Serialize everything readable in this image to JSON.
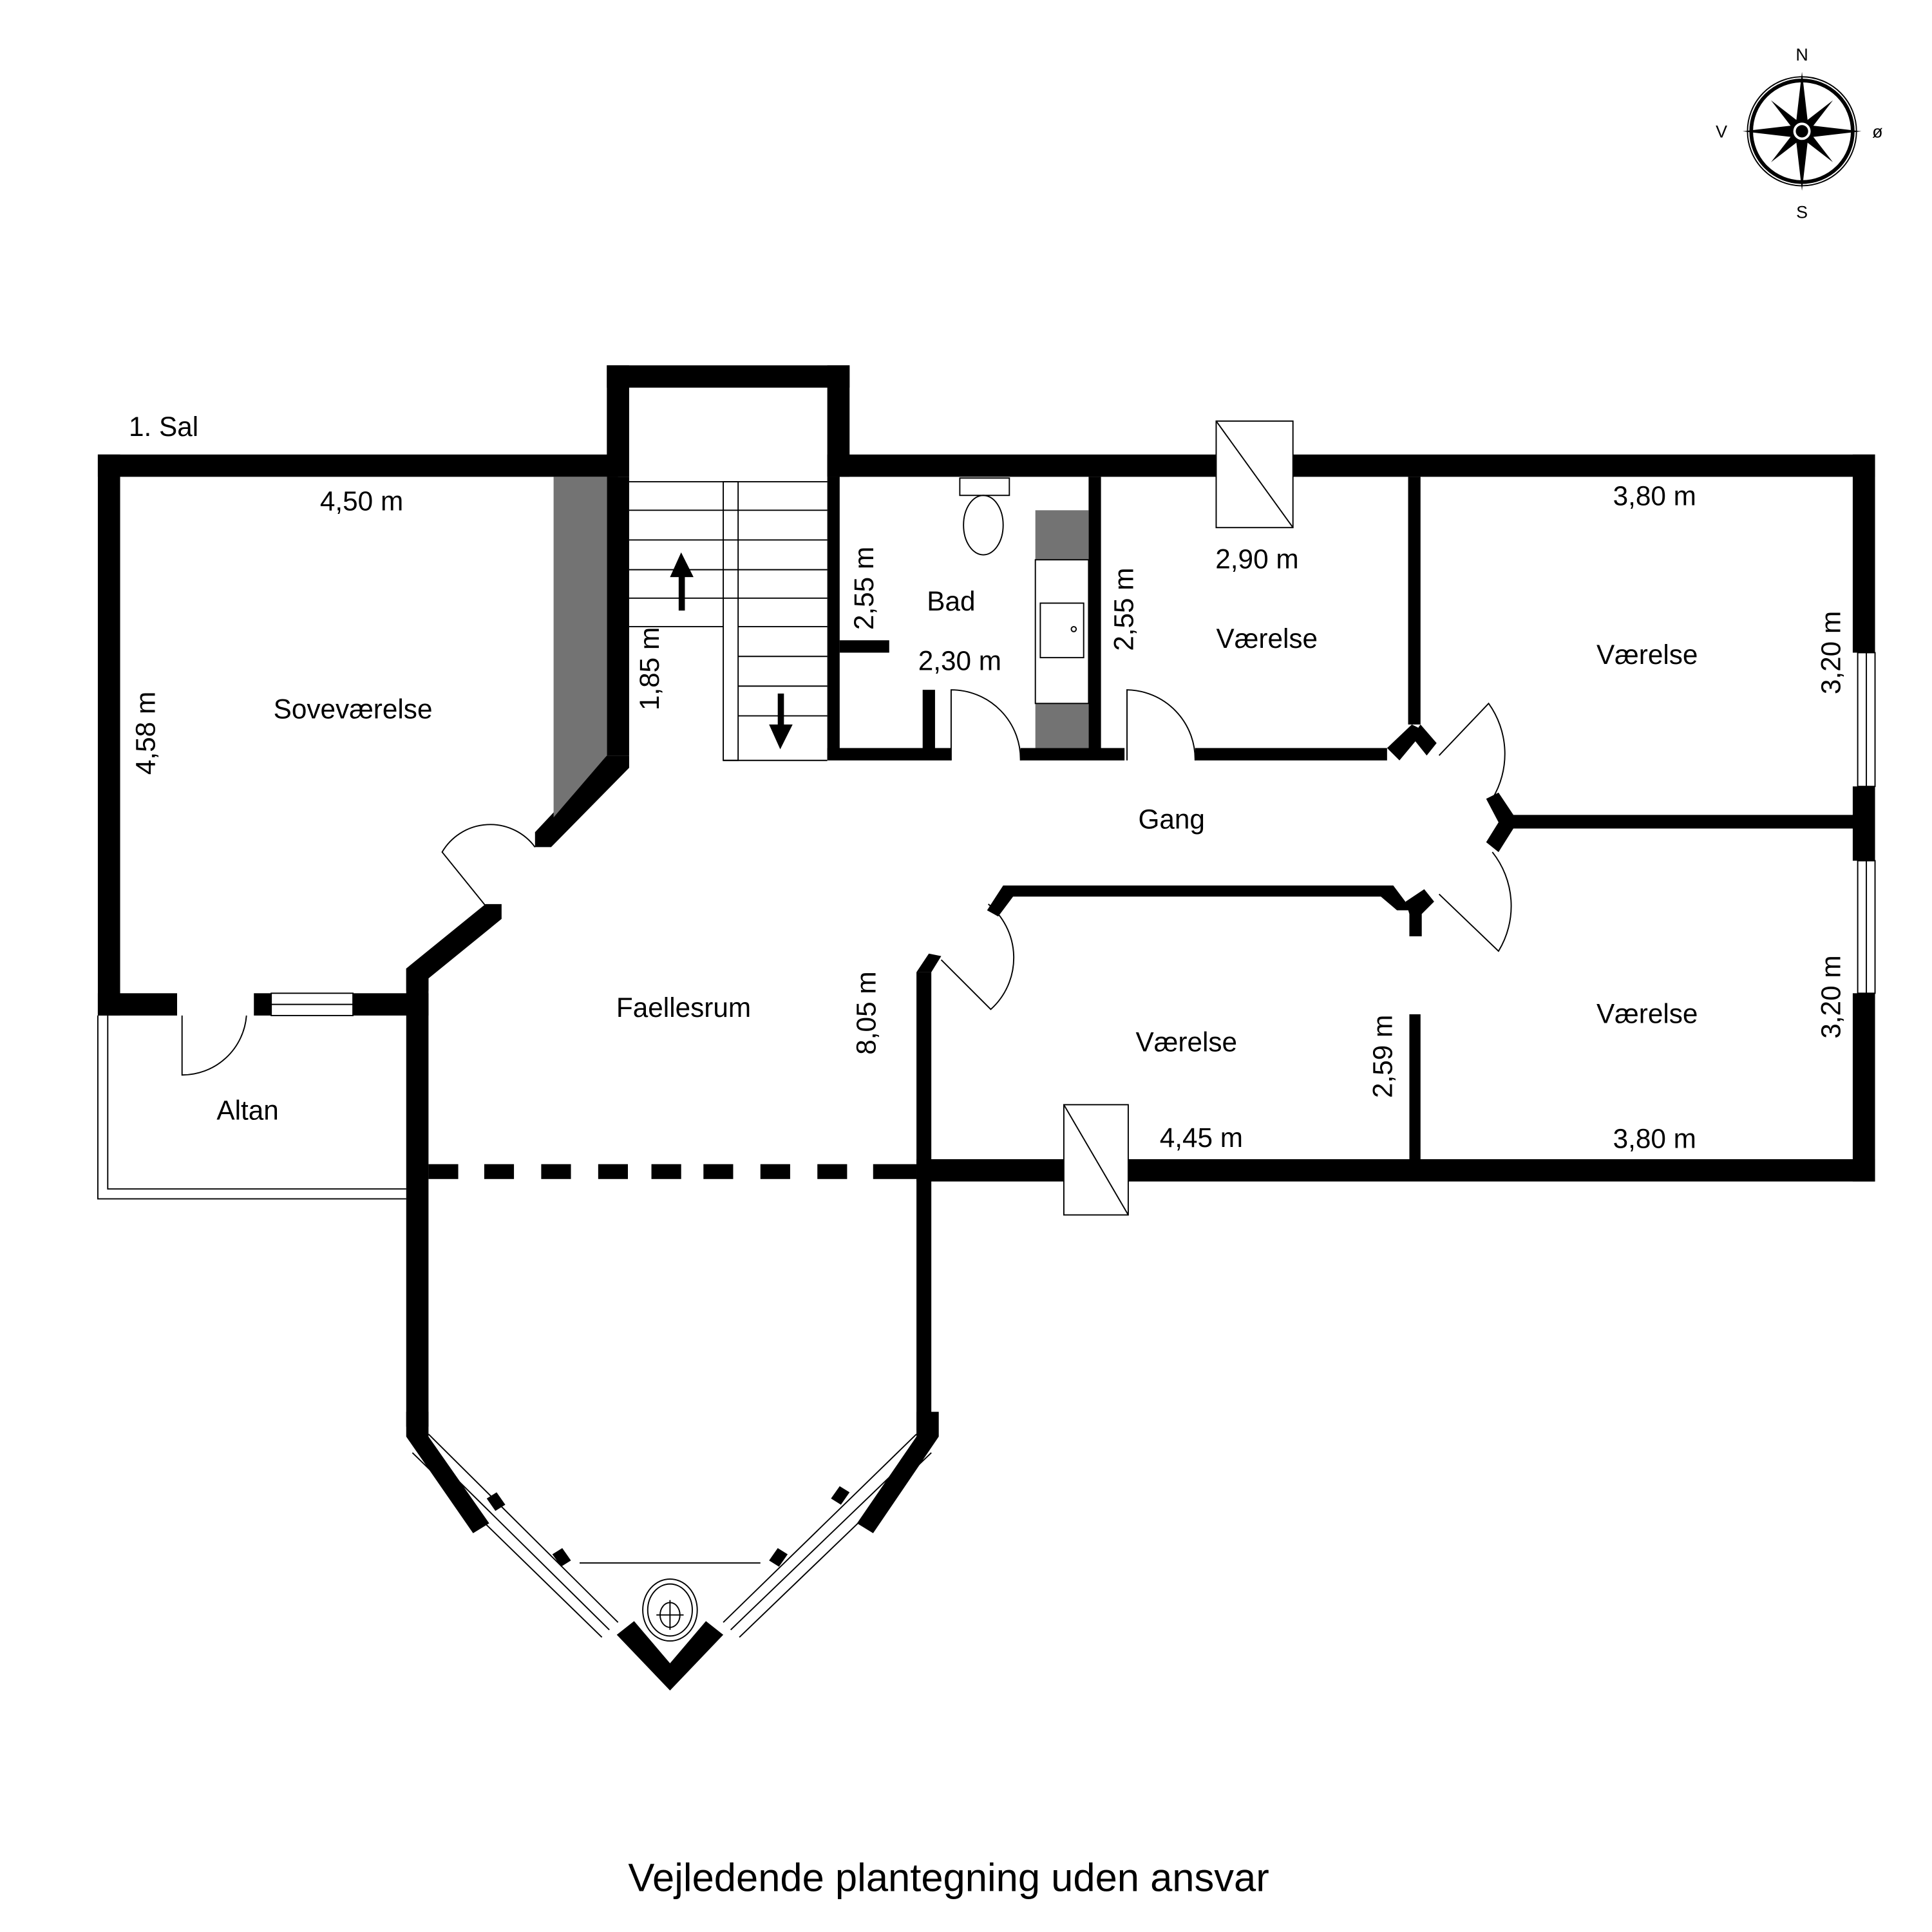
{
  "floor_label": "1. Sal",
  "compass": {
    "north": "N",
    "south": "S",
    "west": "V",
    "east": "ø"
  },
  "rooms": {
    "sovevaerelse": {
      "name": "Soveværelse",
      "width": "4,50 m",
      "depth": "4,58 m"
    },
    "stair": {
      "length": "1,85 m"
    },
    "bad": {
      "name": "Bad",
      "width": "2,30 m",
      "depth": "2,55 m"
    },
    "vaerelse_small": {
      "name": "Værelse",
      "width": "2,90 m",
      "depth": "2,55 m"
    },
    "vaerelse_ne": {
      "name": "Værelse",
      "width": "3,80 m",
      "depth": "3,20 m"
    },
    "gang": {
      "name": "Gang"
    },
    "faellesrum": {
      "name": "Faellesrum",
      "depth": "8,05 m"
    },
    "altan": {
      "name": "Altan"
    },
    "vaerelse_s": {
      "name": "Værelse",
      "width": "4,45 m",
      "depth": "2,59 m"
    },
    "vaerelse_se": {
      "name": "Værelse",
      "width": "3,80 m",
      "depth": "3,20 m"
    }
  },
  "footer": "Vejledende plantegning uden ansvar"
}
